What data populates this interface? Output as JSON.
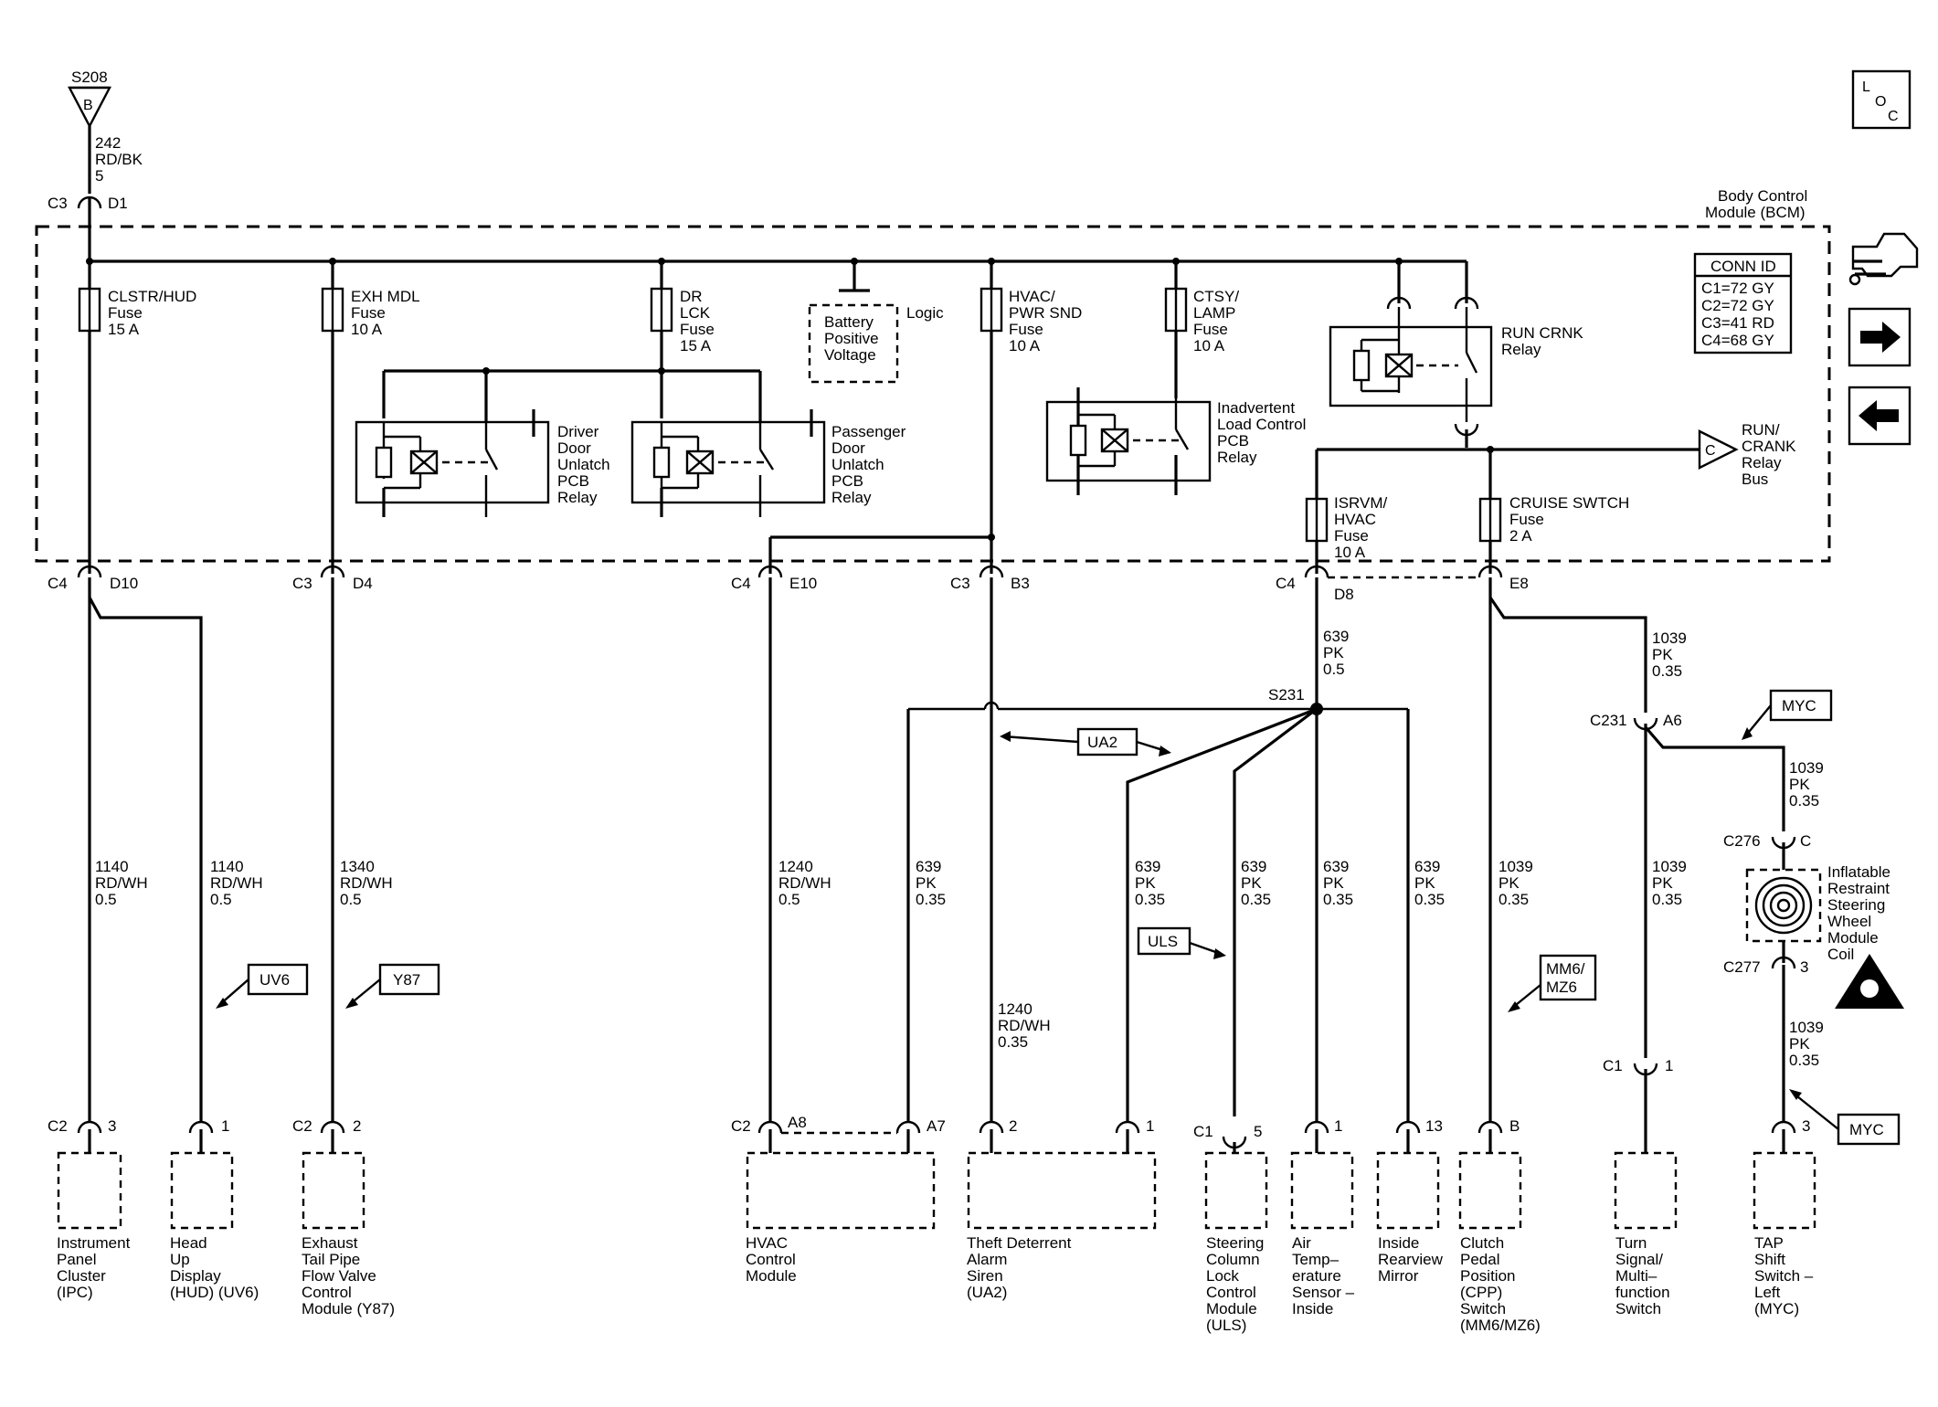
{
  "top_source": {
    "splice": "S208",
    "letter": "B",
    "circuit": "242",
    "color": "RD/BK",
    "gauge": "5"
  },
  "top_connector": {
    "left": "C3",
    "pin": "D1"
  },
  "module": {
    "name_line1": "Body Control",
    "name_line2": "Module (BCM)"
  },
  "conn_id": {
    "title": "CONN ID",
    "lines": [
      "C1=72 GY",
      "C2=72 GY",
      "C3=41 RD",
      "C4=68 GY"
    ]
  },
  "loc_letters": [
    "L",
    "O",
    "C"
  ],
  "fuses": [
    {
      "lines": [
        "CLSTR/HUD",
        "Fuse",
        "15 A"
      ]
    },
    {
      "lines": [
        "EXH MDL",
        "Fuse",
        "10 A"
      ]
    },
    {
      "lines": [
        "DR",
        "LCK",
        "Fuse",
        "15 A"
      ]
    },
    {
      "lines": [
        "HVAC/",
        "PWR SND",
        "Fuse",
        "10 A"
      ]
    },
    {
      "lines": [
        "CTSY/",
        "LAMP",
        "Fuse",
        "10 A"
      ]
    },
    {
      "lines": [
        "ISRVM/",
        "HVAC",
        "Fuse",
        "10 A"
      ]
    },
    {
      "lines": [
        "CRUISE SWTCH",
        "Fuse",
        "2 A"
      ]
    }
  ],
  "battery": {
    "lines": [
      "Battery",
      "Positive",
      "Voltage"
    ],
    "logic": "Logic"
  },
  "relays": [
    {
      "lines": [
        "Driver",
        "Door",
        "Unlatch",
        "PCB",
        "Relay"
      ]
    },
    {
      "lines": [
        "Passenger",
        "Door",
        "Unlatch",
        "PCB",
        "Relay"
      ]
    },
    {
      "lines": [
        "Inadvertent",
        "Load Control",
        "PCB",
        "Relay"
      ]
    },
    {
      "lines": [
        "RUN CRNK",
        "Relay"
      ]
    }
  ],
  "run_crank_bus": {
    "letter": "C",
    "lines": [
      "RUN/",
      "CRANK",
      "Relay",
      "Bus"
    ]
  },
  "bcm_connectors": [
    {
      "conn": "C4",
      "pin": "D10"
    },
    {
      "conn": "C3",
      "pin": "D4"
    },
    {
      "conn": "C4",
      "pin": "E10"
    },
    {
      "conn": "C3",
      "pin": "B3"
    },
    {
      "conn": "C4",
      "pin": "D8"
    },
    {
      "conn": "",
      "pin": "E8"
    }
  ],
  "wire_labels": [
    {
      "lines": [
        "1140",
        "RD/WH",
        "0.5"
      ]
    },
    {
      "lines": [
        "1140",
        "RD/WH",
        "0.5"
      ]
    },
    {
      "lines": [
        "1340",
        "RD/WH",
        "0.5"
      ]
    },
    {
      "lines": [
        "1240",
        "RD/WH",
        "0.5"
      ]
    },
    {
      "lines": [
        "639",
        "PK",
        "0.35"
      ]
    },
    {
      "lines": [
        "1240",
        "RD/WH",
        "0.35"
      ]
    },
    {
      "lines": [
        "639",
        "PK",
        "0.35"
      ]
    },
    {
      "lines": [
        "639",
        "PK",
        "0.35"
      ]
    },
    {
      "lines": [
        "639",
        "PK",
        "0.35"
      ]
    },
    {
      "lines": [
        "639",
        "PK",
        "0.35"
      ]
    },
    {
      "lines": [
        "1039",
        "PK",
        "0.35"
      ]
    },
    {
      "lines": [
        "1039",
        "PK",
        "0.35"
      ]
    },
    {
      "lines": [
        "639",
        "PK",
        "0.5"
      ]
    },
    {
      "lines": [
        "1039",
        "PK",
        "0.35"
      ]
    },
    {
      "lines": [
        "1039",
        "PK",
        "0.35"
      ]
    },
    {
      "lines": [
        "1039",
        "PK",
        "0.35"
      ]
    }
  ],
  "splice": "S231",
  "option_tags": [
    "UV6",
    "Y87",
    "UA2",
    "ULS",
    "MM6/\nMZ6",
    "MYC",
    "MYC"
  ],
  "mid_connectors": {
    "c231": "C231",
    "c231_pin": "A6",
    "c276": "C276",
    "c276_pin": "C",
    "c277": "C277",
    "c277_pin": "3"
  },
  "coil": {
    "lines": [
      "Inflatable",
      "Restraint",
      "Steering",
      "Wheel",
      "Module",
      "Coil"
    ]
  },
  "bottom_connectors": [
    {
      "conn": "C2",
      "pin": "3"
    },
    {
      "conn": "",
      "pin": "1"
    },
    {
      "conn": "C2",
      "pin": "2"
    },
    {
      "conn": "C2",
      "pin": "A8"
    },
    {
      "conn": "",
      "pin": "A7"
    },
    {
      "conn": "",
      "pin": "2"
    },
    {
      "conn": "",
      "pin": "1"
    },
    {
      "conn": "C1",
      "pin": "5"
    },
    {
      "conn": "",
      "pin": "1"
    },
    {
      "conn": "",
      "pin": "13"
    },
    {
      "conn": "",
      "pin": "B"
    },
    {
      "conn": "C1",
      "pin": "1"
    },
    {
      "conn": "",
      "pin": "3"
    }
  ],
  "components": [
    {
      "lines": [
        "Instrument",
        "Panel",
        "Cluster",
        "(IPC)"
      ]
    },
    {
      "lines": [
        "Head",
        "Up",
        "Display",
        "(HUD) (UV6)"
      ]
    },
    {
      "lines": [
        "Exhaust",
        "Tail Pipe",
        "Flow Valve",
        "Control",
        "Module (Y87)"
      ]
    },
    {
      "lines": [
        "HVAC",
        "Control",
        "Module"
      ]
    },
    {
      "lines": [
        "Theft Deterrent",
        "Alarm",
        "Siren",
        "(UA2)"
      ]
    },
    {
      "lines": [
        "Steering",
        "Column",
        "Lock",
        "Control",
        "Module",
        "(ULS)"
      ]
    },
    {
      "lines": [
        "Air",
        "Temp–",
        "erature",
        "Sensor –",
        "Inside"
      ]
    },
    {
      "lines": [
        "Inside",
        "Rearview",
        "Mirror"
      ]
    },
    {
      "lines": [
        "Clutch",
        "Pedal",
        "Position",
        "(CPP)",
        "Switch",
        "(MM6/MZ6)"
      ]
    },
    {
      "lines": [
        "Turn",
        "Signal/",
        "Multi–",
        "function",
        "Switch"
      ]
    },
    {
      "lines": [
        "TAP",
        "Shift",
        "Switch –",
        "Left",
        "(MYC)"
      ]
    }
  ],
  "icons": [
    "loc-icon",
    "connector-end-view-icon",
    "forward-arrow-icon",
    "back-arrow-icon",
    "esd-warning-icon",
    "coil-icon"
  ]
}
